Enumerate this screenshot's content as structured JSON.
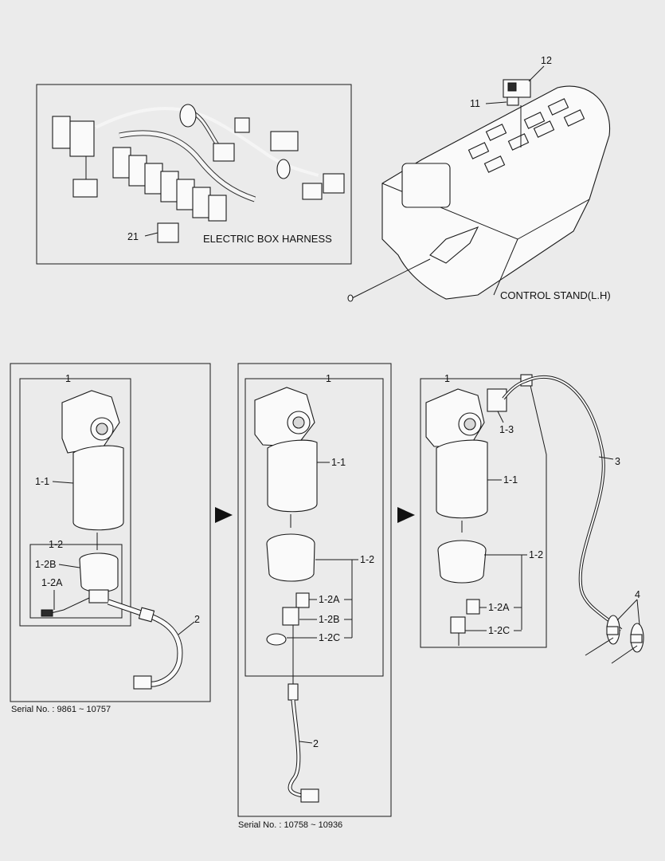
{
  "harness_panel": {
    "caption": "ELECTRIC BOX HARNESS",
    "callout_relay": "21"
  },
  "control_stand": {
    "caption": "CONTROL STAND(L.H)",
    "callout_12": "12",
    "callout_11": "11"
  },
  "panel_a": {
    "assembly": "1",
    "filter": "1-1",
    "bowl": "1-2",
    "bowl_b": "1-2B",
    "sensor": "1-2A",
    "cable": "2",
    "serial": "Serial No. : 9861 ~ 10757"
  },
  "panel_b": {
    "assembly": "1",
    "filter": "1-1",
    "bowl": "1-2",
    "sensor": "1-2A",
    "bowl_b": "1-2B",
    "cap": "1-2C",
    "cable": "2",
    "serial": "Serial No. : 10758 ~ 10936"
  },
  "panel_c": {
    "assembly": "1",
    "heater": "1-3",
    "filter": "1-1",
    "bowl": "1-2",
    "sensor": "1-2A",
    "cap": "1-2C",
    "harness": "3",
    "ties": "4"
  },
  "icons": [
    "arrow-right-icon",
    "arrow-right-icon"
  ]
}
